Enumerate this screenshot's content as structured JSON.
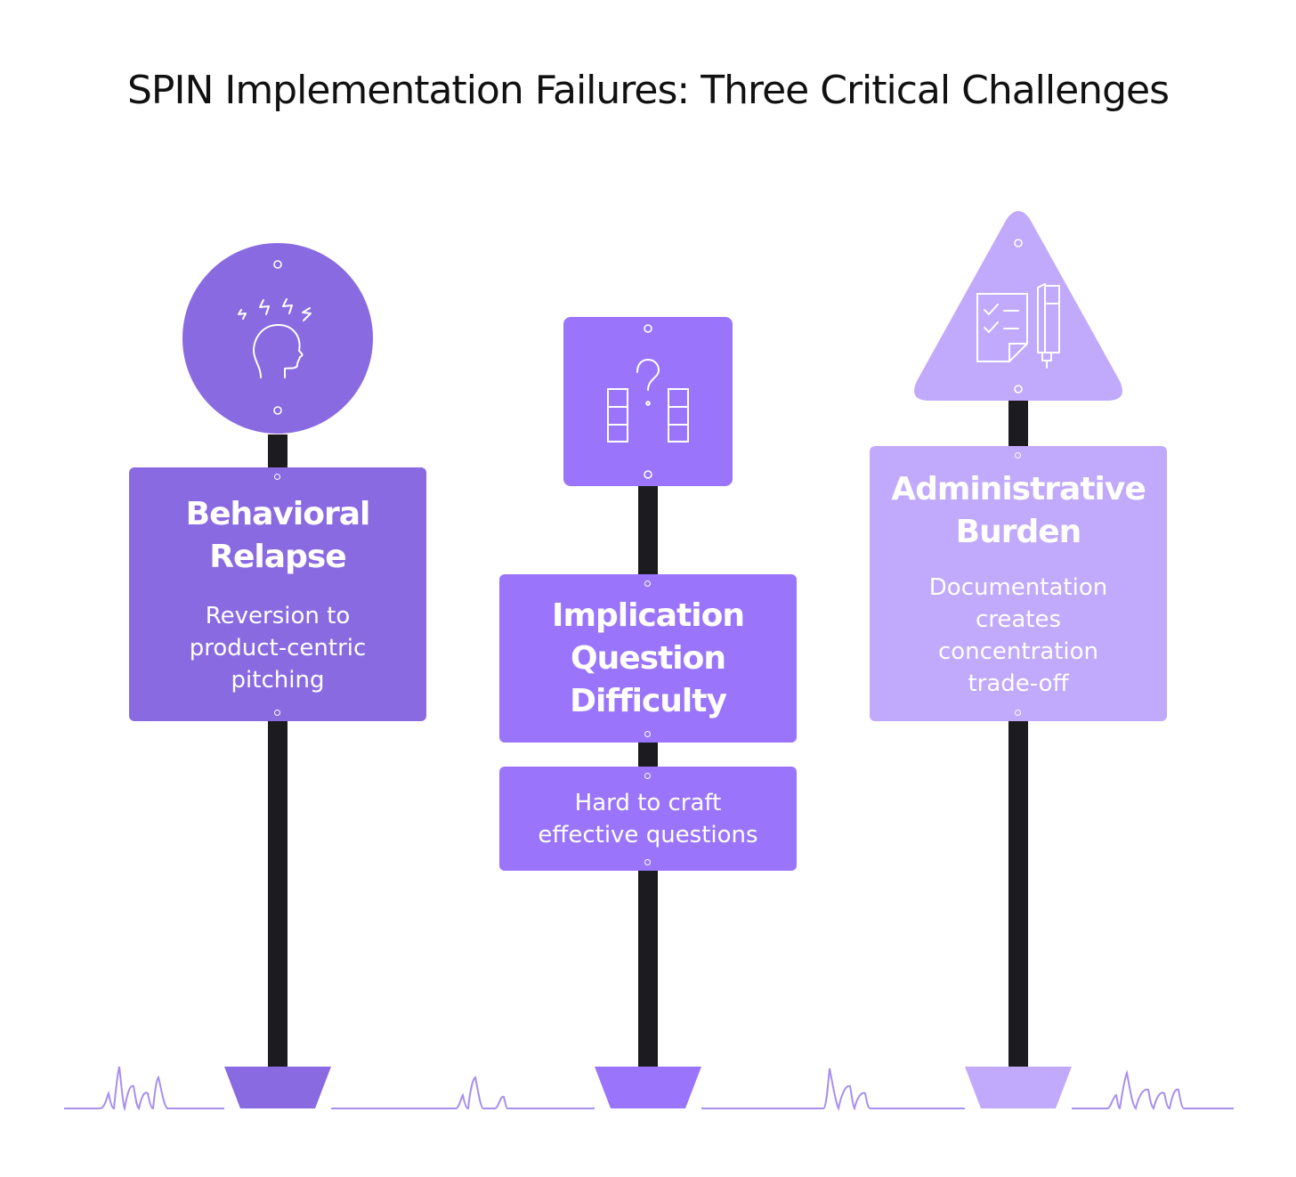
{
  "title": "SPIN Implementation Failures: Three Critical Challenges",
  "colors": {
    "sign1": "#8a6ae0",
    "sign2": "#9a75fb",
    "sign3": "#c1a9fb",
    "pole": "#1c1b1f",
    "ground": "#a88ff0",
    "text": "#ffffff"
  },
  "challenges": [
    {
      "heading_lines": [
        "Behavioral",
        "Relapse"
      ],
      "description_lines": [
        "Reversion to",
        "product-centric",
        "pitching"
      ],
      "icon": "stressed-head-icon"
    },
    {
      "heading_lines": [
        "Implication",
        "Question",
        "Difficulty"
      ],
      "description_lines": [
        "Hard to craft",
        "effective questions"
      ],
      "icon": "question-between-columns-icon"
    },
    {
      "heading_lines": [
        "Administrative",
        "Burden"
      ],
      "description_lines": [
        "Documentation",
        "creates",
        "concentration",
        "trade-off"
      ],
      "icon": "checklist-and-pen-icon"
    }
  ]
}
